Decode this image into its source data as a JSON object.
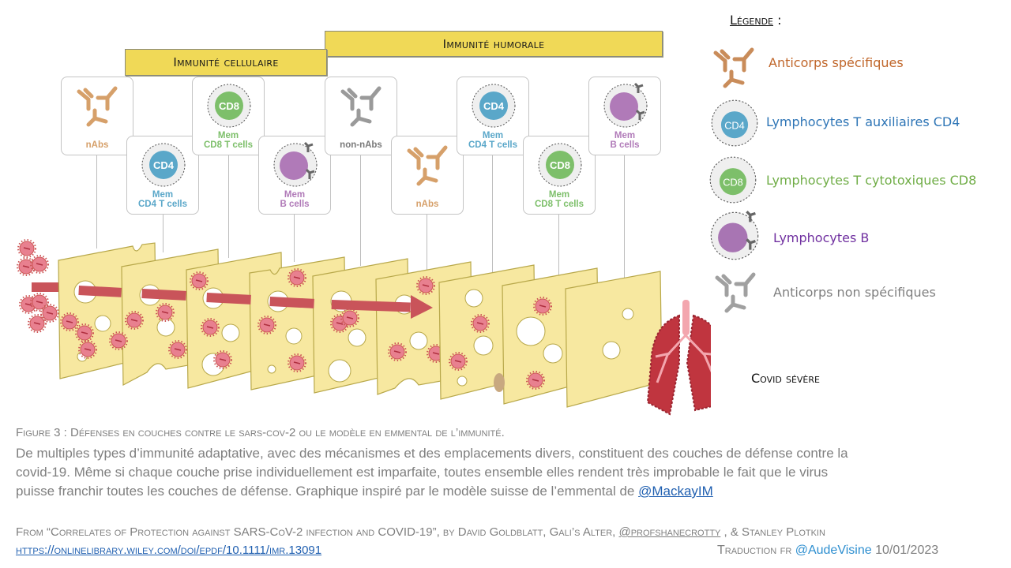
{
  "banners": {
    "cellular": "Immunité cellulaire",
    "humoral": "Immunité humorale"
  },
  "cards": [
    {
      "label_lines": [
        "nAbs"
      ],
      "type": "antibody-specific",
      "color": "#d6a06a"
    },
    {
      "label_lines": [
        "Mem",
        "CD4 T cells"
      ],
      "type": "cd4-cell",
      "cell_text": "CD4",
      "color": "#5aa7c9"
    },
    {
      "label_lines": [
        "Mem",
        "CD8 T cells"
      ],
      "type": "cd8-cell",
      "cell_text": "CD8",
      "color": "#7dbf6a"
    },
    {
      "label_lines": [
        "Mem",
        "B cells"
      ],
      "type": "b-cell",
      "color": "#b07ab8"
    },
    {
      "label_lines": [
        "non-nAbs"
      ],
      "type": "antibody-nonspecific",
      "color": "#7a7a7a"
    },
    {
      "label_lines": [
        "nAbs"
      ],
      "type": "antibody-specific",
      "color": "#d6a06a"
    },
    {
      "label_lines": [
        "Mem",
        "CD4 T cells"
      ],
      "type": "cd4-cell",
      "cell_text": "CD4",
      "color": "#5aa7c9"
    },
    {
      "label_lines": [
        "Mem",
        "CD8 T cells"
      ],
      "type": "cd8-cell",
      "cell_text": "CD8",
      "color": "#7dbf6a"
    },
    {
      "label_lines": [
        "Mem",
        "B cells"
      ],
      "type": "b-cell",
      "color": "#b07ab8"
    }
  ],
  "legend": {
    "title": "Légende",
    "title_suffix": " :",
    "items": [
      {
        "label": "Anticorps spécifiques",
        "icon": "antibody-specific-icon",
        "color": "#c0662a"
      },
      {
        "label": "Lymphocytes T auxiliaires CD4",
        "icon": "cd4-cell-icon",
        "cell_text": "CD4",
        "color": "#2e75b6"
      },
      {
        "label": "Lymphocytes T cytotoxiques CD8",
        "icon": "cd8-cell-icon",
        "cell_text": "CD8",
        "color": "#70ad47"
      },
      {
        "label": "Lymphocytes B",
        "icon": "b-cell-icon",
        "color": "#7030a0"
      },
      {
        "label": "Anticorps non spécifiques",
        "icon": "antibody-nonspecific-icon",
        "color": "#7f7f7f"
      }
    ]
  },
  "outcome_label": "Covid sévère",
  "caption": {
    "title": "Figure 3 : Défenses en couches contre le sars-cov-2 ou le modèle en emmental de l’immunité.",
    "body_line1": "De multiples types d’immunité adaptative, avec des mécanismes et des emplacements divers, constituent des couches de défense contre la",
    "body_line2": "covid-19. Même si chaque couche prise individuellement est imparfaite, toutes ensemble elles rendent très improbable le fait que le virus",
    "body_line3": "puisse franchir toutes les couches de défense.  Graphique inspiré par le modèle suisse de l’emmental de ",
    "body_link": "@MackayIM"
  },
  "source": {
    "prefix": "From “Correlates of Protection against SARS-CoV-2 infection and COVID-19”, by David Goldblatt, Gali’s Alter, ",
    "author_link": "@profshanecrotty",
    "suffix": " , & Stanley Plotkin",
    "url": "https://onlinelibrary.wiley.com/doi/epdf/10.1111/imr.13091"
  },
  "translation": {
    "prefix": "Traduction fr ",
    "handle": "@AudeVisine",
    "date": " 10/01/2023"
  },
  "colors": {
    "banner": "#f0d957",
    "cheese": "#f7e8a0",
    "virus": "#e8808f",
    "arrow": "#c9545a",
    "lung": "#c0353f"
  }
}
